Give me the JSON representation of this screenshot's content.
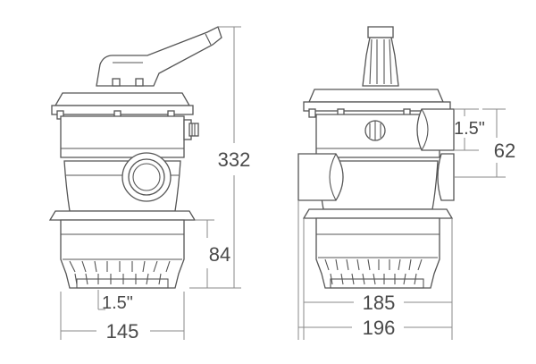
{
  "front_view": {
    "dim_height_total": "332",
    "dim_bottom_section": "84",
    "dim_port": "1.5\"",
    "dim_width": "145"
  },
  "side_view": {
    "dim_port": "1.5\"",
    "dim_port_offset": "62",
    "dim_inner_width": "185",
    "dim_outer_width": "196"
  }
}
